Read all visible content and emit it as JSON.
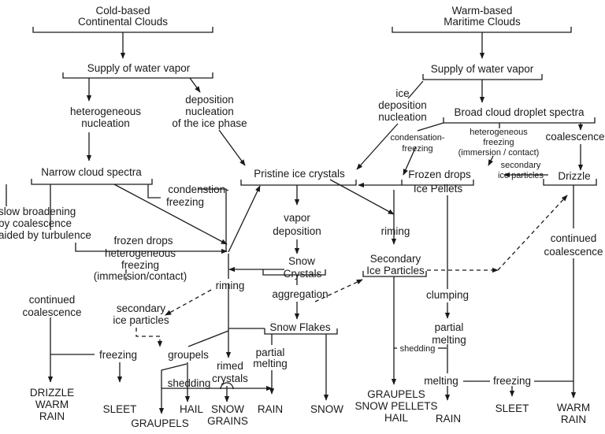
{
  "nodes": {
    "cold_clouds": [
      "Cold-based",
      "Continental Clouds"
    ],
    "warm_clouds": [
      "Warm-based",
      "Maritime Clouds"
    ],
    "supply_left": [
      "Supply of water vapor"
    ],
    "supply_right": [
      "Supply of water vapor"
    ],
    "hetero_nucleation": [
      "heterogeneous",
      "nucleation"
    ],
    "deposition_nucleation": [
      "deposition",
      "nucleation",
      "of the ice phase"
    ],
    "ice_deposition_nucleation": [
      "ice",
      "deposition",
      "nucleation"
    ],
    "broad_spectra": [
      "Broad cloud droplet spectra"
    ],
    "condensation_freezing_r": [
      "condensation-",
      "freezing"
    ],
    "hetero_freezing_r": [
      "heterogeneous",
      "freezing",
      "(immersion / contact)"
    ],
    "coalescence_r": [
      "coalescence"
    ],
    "secondary_particles_r": [
      "secondary",
      "ice particles"
    ],
    "narrow_spectra": [
      "Narrow cloud spectra"
    ],
    "pristine": [
      "Pristine ice crystals"
    ],
    "frozen_drops_pellets": [
      "Frozen drops",
      "Ice Pellets"
    ],
    "drizzle": [
      "Drizzle"
    ],
    "condensation_freezing_l": [
      "condenstion-",
      "freezing"
    ],
    "slow_broadening": [
      "slow broadening",
      "by coalescence",
      "aided by turbulence"
    ],
    "frozen_drops_l": [
      "frozen drops",
      "heterogeneous",
      "freezing",
      "(immersion/contact)"
    ],
    "vapor_deposition": [
      "vapor",
      "deposition"
    ],
    "riming_right": [
      "riming"
    ],
    "continued_coalescence_r": [
      "continued",
      "coalescence"
    ],
    "snow_crystals": [
      "Snow",
      "Crystals"
    ],
    "secondary_ice_particles_box": [
      "Secondary",
      "Ice Particles"
    ],
    "riming_left": [
      "riming"
    ],
    "continued_coalescence_l": [
      "continued",
      "coalescence"
    ],
    "aggregation": [
      "aggregation"
    ],
    "clumping": [
      "clumping"
    ],
    "secondary_ice_particles_l": [
      "secondary",
      "ice particles"
    ],
    "snow_flakes": [
      "Snow Flakes"
    ],
    "partial_melting_r": [
      "partial",
      "melting"
    ],
    "groupels": [
      "groupels"
    ],
    "freezing_l": [
      "freezing"
    ],
    "partial_melting_m": [
      "partial",
      "melting"
    ],
    "rimed_crystals": [
      "rimed",
      "crystals"
    ],
    "shedding_r": [
      "shedding"
    ],
    "shedding_l": [
      "shedding"
    ],
    "melting": [
      "melting"
    ],
    "freezing_r": [
      "freezing"
    ]
  },
  "outcomes": {
    "drizzle_warm_rain": [
      "DRIZZLE",
      "WARM",
      "RAIN"
    ],
    "sleet_l": [
      "SLEET"
    ],
    "graupels_l": [
      "GRAUPELS"
    ],
    "hail_l": [
      "HAIL"
    ],
    "snow_grains": [
      "SNOW",
      "GRAINS"
    ],
    "rain_l": [
      "RAIN"
    ],
    "snow": [
      "SNOW"
    ],
    "graupels_snow_pellets_hail": [
      "GRAUPELS",
      "SNOW PELLETS",
      "HAIL"
    ],
    "rain_r": [
      "RAIN"
    ],
    "sleet_r": [
      "SLEET"
    ],
    "warm_rain": [
      "WARM",
      "RAIN"
    ]
  }
}
